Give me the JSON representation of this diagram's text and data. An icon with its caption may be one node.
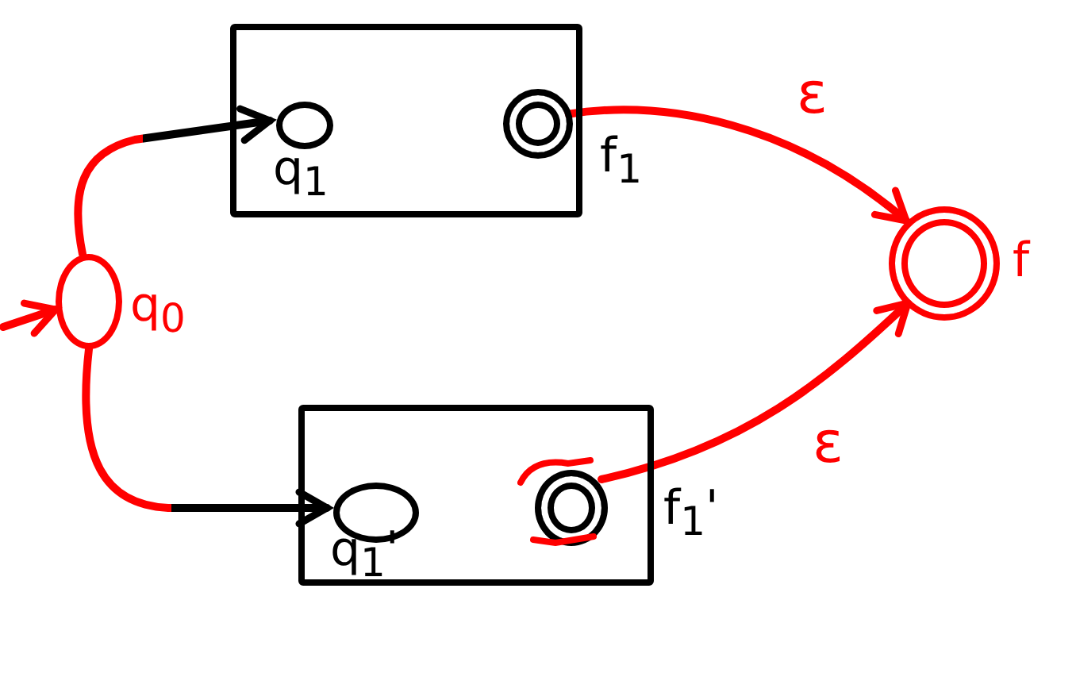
{
  "diagram": {
    "nodes": [
      {
        "text": [],
        "shape": "box"
      },
      {
        "text": [],
        "shape": "circle",
        "in": 0,
        "beside": [
          "q$_{1}$"
        ]
      },
      {
        "text": [],
        "shape": "circle",
        "in": 0,
        "beside": [
          "f$_{1}$"
        ]
      },
      {
        "text": [],
        "shape": "circle",
        "beside": [
          "q$_{0}$"
        ]
      },
      {
        "text": [],
        "shape": "box"
      },
      {
        "text": [],
        "shape": "circle",
        "in": 4,
        "beside": [
          "q$_{1}$'"
        ]
      },
      {
        "text": [],
        "shape": "circle",
        "in": 4,
        "beside": [
          "f$_{1}$'"
        ]
      },
      {
        "text": [],
        "shape": "circle",
        "beside": [
          "f"
        ]
      }
    ],
    "edges": [
      {
        "from": null,
        "to": 3,
        "arrow": "to"
      },
      {
        "from": 3,
        "to": 1,
        "arrow": "to",
        "color": "#000000"
      },
      {
        "from": 3,
        "to": 5,
        "arrow": "to",
        "color": "#000000"
      },
      {
        "from": 2,
        "to": 7,
        "arrow": "to",
        "label": "ε"
      },
      {
        "from": 6,
        "to": 7,
        "arrow": "to",
        "label": "ε"
      }
    ]
  }
}
